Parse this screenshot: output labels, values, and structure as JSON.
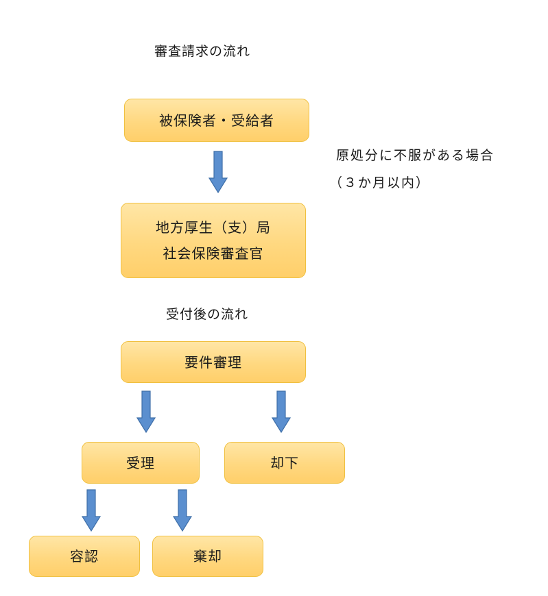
{
  "title1": "審査請求の流れ",
  "title2": "受付後の流れ",
  "note": {
    "line1": "原処分に不服がある場合",
    "line2": "（３か月以内）"
  },
  "boxes": {
    "insured": "被保険者・受給者",
    "bureau_line1": "地方厚生（支）局",
    "bureau_line2": "社会保険審査官",
    "review": "要件審理",
    "accept": "受理",
    "dismiss": "却下",
    "approve": "容認",
    "reject": "棄却"
  },
  "colors": {
    "box_fill": "#ffd880",
    "box_border": "#f0c040",
    "arrow_fill": "#5b8fcf",
    "arrow_stroke": "#3f6fa8"
  }
}
